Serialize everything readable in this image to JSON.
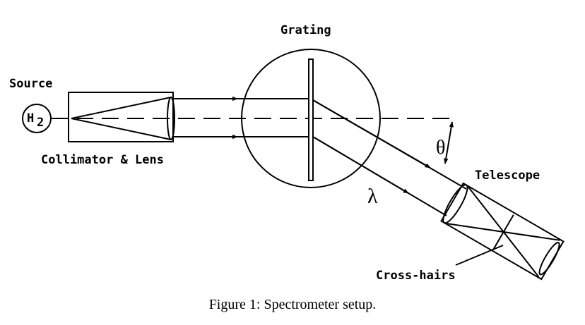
{
  "labels": {
    "source": "Source",
    "h2_letter": "H",
    "h2_subscript": "2",
    "grating": "Grating",
    "collimator": "Collimator & Lens",
    "telescope": "Telescope",
    "crosshairs": "Cross-hairs",
    "theta": "θ",
    "lambda": "λ"
  },
  "caption": "Figure 1: Spectrometer setup.",
  "colors": {
    "ink": "#000000",
    "background": "#ffffff"
  }
}
